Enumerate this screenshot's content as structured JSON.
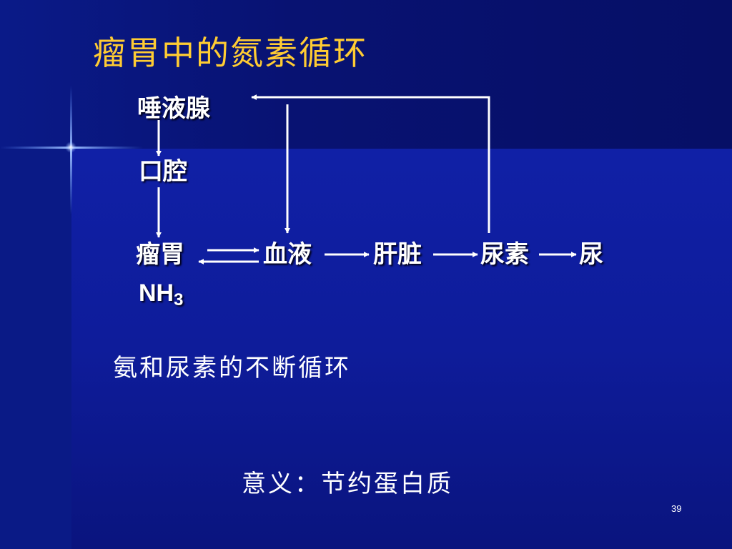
{
  "slide": {
    "title": "瘤胃中的氮素循环",
    "nodes": {
      "saliva_gland": "唾液腺",
      "mouth": "口腔",
      "rumen": "瘤胃",
      "blood": "血液",
      "liver": "肝脏",
      "urea": "尿素",
      "urine": "尿"
    },
    "nh3": {
      "base": "NH",
      "subscript": "3"
    },
    "caption": "氨和尿素的不断循环",
    "significance": "意义：节约蛋白质",
    "page_number": "39"
  },
  "colors": {
    "title": "#ffcc33",
    "text": "#ffffff",
    "arrow": "#ffffff",
    "background": "#0e1c9a"
  }
}
